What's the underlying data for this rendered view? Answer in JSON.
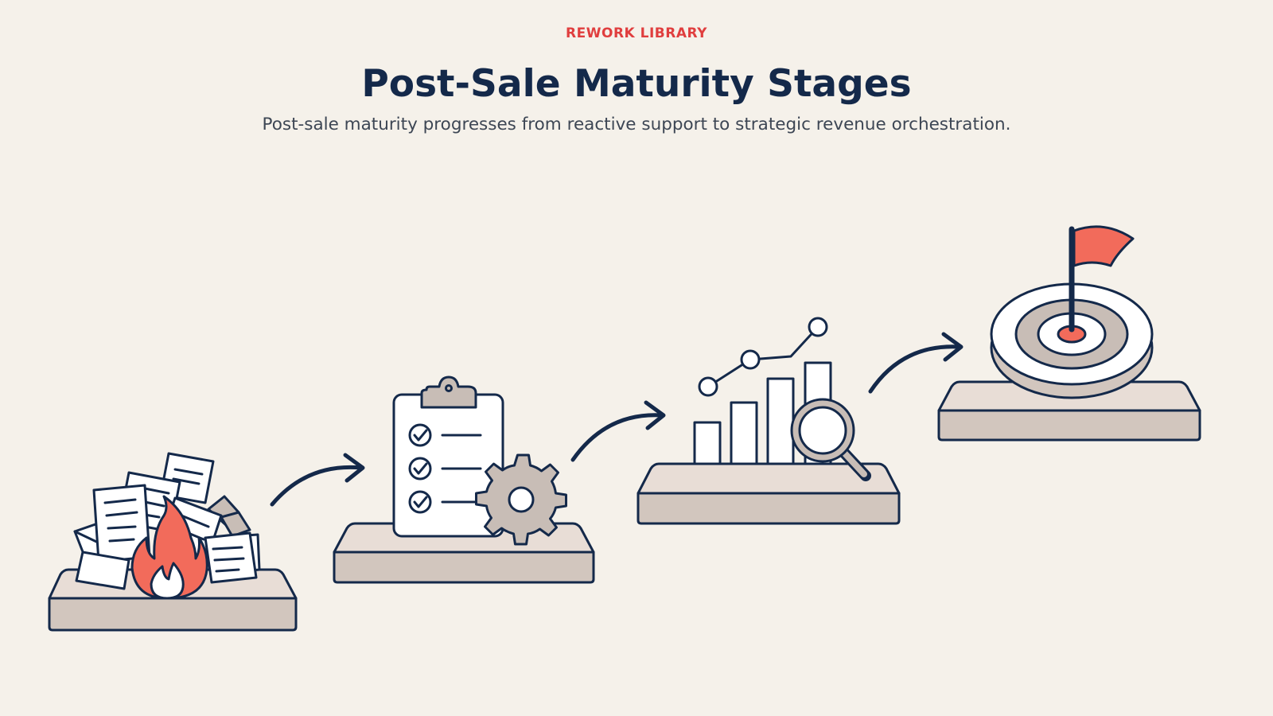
{
  "header": {
    "eyebrow": "REWORK LIBRARY",
    "title": "Post-Sale Maturity Stages",
    "subtitle": "Post-sale maturity progresses from reactive support to strategic revenue orchestration."
  },
  "colors": {
    "background": "#f5f1ea",
    "ink": "#14294a",
    "accent": "#f26b5b",
    "eyebrow": "#e03e3e",
    "platform_top": "#e8ddd6",
    "platform_side": "#d2c6be",
    "gray": "#c8bdb6",
    "paper": "#ffffff"
  },
  "stages": [
    {
      "icon": "fire-papers-icon"
    },
    {
      "icon": "clipboard-gear-icon"
    },
    {
      "icon": "chart-magnifier-icon"
    },
    {
      "icon": "target-flag-icon"
    }
  ]
}
